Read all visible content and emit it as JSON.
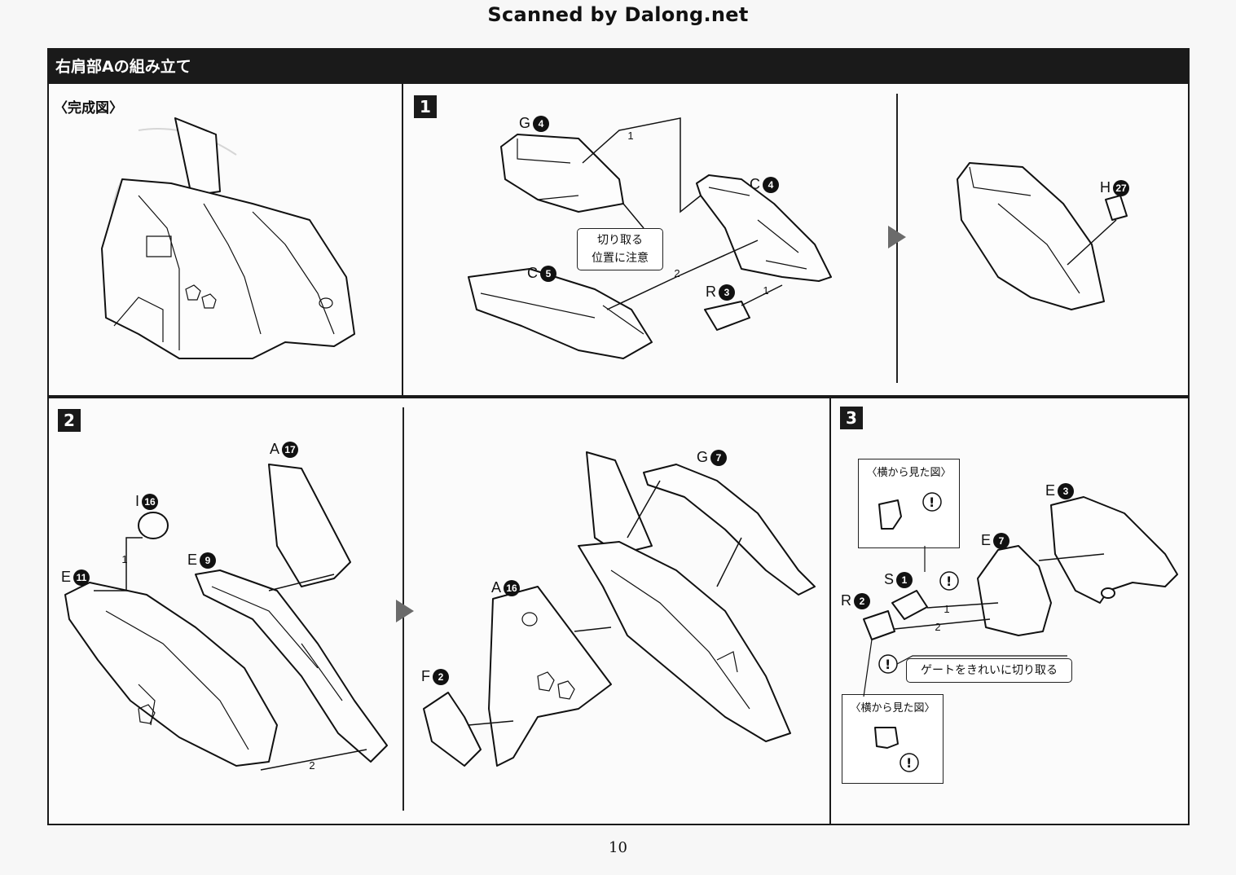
{
  "watermark": "Scanned by Dalong.net",
  "section_title": "右肩部Aの組み立て",
  "completed_view_label": "〈完成図〉",
  "steps": {
    "step1": {
      "badge": "1",
      "parts": {
        "g": {
          "letter": "G",
          "num": "4"
        },
        "c4": {
          "letter": "C",
          "num": "4"
        },
        "c5": {
          "letter": "C",
          "num": "5"
        },
        "r": {
          "letter": "R",
          "num": "3"
        },
        "h": {
          "letter": "H",
          "num": "27"
        }
      },
      "orders": [
        "1",
        "2",
        "1"
      ],
      "note": {
        "line1": "切り取る",
        "line2": "位置に注意"
      }
    },
    "step2": {
      "badge": "2",
      "parts": {
        "a17": {
          "letter": "A",
          "num": "17"
        },
        "i": {
          "letter": "I",
          "num": "16"
        },
        "e11": {
          "letter": "E",
          "num": "11"
        },
        "e9": {
          "letter": "E",
          "num": "9"
        },
        "g7": {
          "letter": "G",
          "num": "7"
        },
        "a16": {
          "letter": "A",
          "num": "16"
        },
        "f": {
          "letter": "F",
          "num": "2"
        }
      },
      "orders": [
        "1",
        "2"
      ]
    },
    "step3": {
      "badge": "3",
      "parts": {
        "e3": {
          "letter": "E",
          "num": "3"
        },
        "e7": {
          "letter": "E",
          "num": "7"
        },
        "s": {
          "letter": "S",
          "num": "1"
        },
        "r": {
          "letter": "R",
          "num": "2"
        }
      },
      "orders": [
        "1",
        "2"
      ],
      "side_view_top": "〈横から見た図〉",
      "side_view_bottom": "〈横から見た図〉",
      "gate_note": "ゲートをきれいに切り取る"
    }
  },
  "page_number": "10"
}
